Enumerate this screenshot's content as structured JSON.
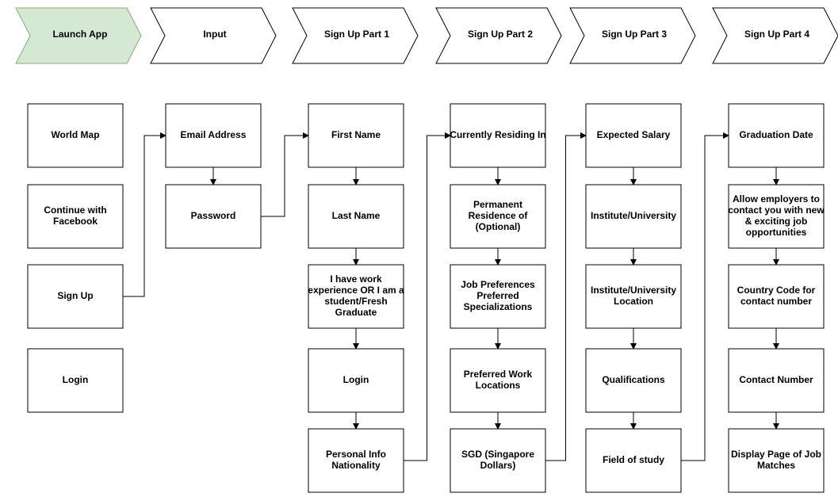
{
  "phases": [
    {
      "label": "Launch App",
      "highlight": true
    },
    {
      "label": "Input"
    },
    {
      "label": "Sign Up Part 1"
    },
    {
      "label": "Sign Up Part 2"
    },
    {
      "label": "Sign Up Part 3"
    },
    {
      "label": "Sign Up Part 4"
    }
  ],
  "columns": [
    {
      "boxes": [
        [
          "World Map"
        ],
        [
          "Continue with",
          "Facebook"
        ],
        [
          "Sign Up"
        ],
        [
          "Login"
        ]
      ]
    },
    {
      "boxes": [
        [
          "Email Address"
        ],
        [
          "Password"
        ]
      ]
    },
    {
      "boxes": [
        [
          "First Name"
        ],
        [
          "Last Name"
        ],
        [
          "I have work",
          "experience OR I am a",
          "student/Fresh",
          "Graduate"
        ],
        [
          "Login"
        ],
        [
          "Personal Info",
          "Nationality"
        ]
      ]
    },
    {
      "boxes": [
        [
          "Currently Residing In"
        ],
        [
          "Permanent",
          "Residence of",
          "(Optional)"
        ],
        [
          "Job Preferences",
          "Preferred",
          "Specializations"
        ],
        [
          "Preferred Work",
          "Locations"
        ],
        [
          "SGD (Singapore",
          "Dollars)"
        ]
      ]
    },
    {
      "boxes": [
        [
          "Expected Salary"
        ],
        [
          "Institute/University"
        ],
        [
          "Institute/University",
          "Location"
        ],
        [
          "Qualifications"
        ],
        [
          "Field of study"
        ]
      ]
    },
    {
      "boxes": [
        [
          "Graduation Date"
        ],
        [
          "Allow employers to",
          "contact you with new",
          "& exciting job",
          "opportunities"
        ],
        [
          "Country Code for",
          "contact number"
        ],
        [
          "Contact Number"
        ],
        [
          "Display Page of Job",
          "Matches"
        ]
      ]
    }
  ],
  "colors": {
    "stroke": "#000000",
    "highlight_fill": "#d5e8d4",
    "highlight_stroke": "#82b366",
    "box_fill": "#ffffff"
  }
}
